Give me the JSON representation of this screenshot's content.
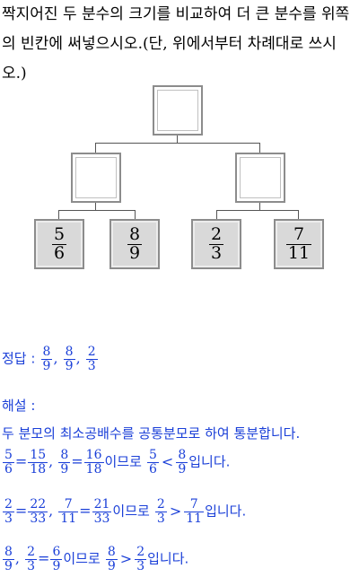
{
  "question": "짝지어진 두 분수의 크기를 비교하여 더 큰 분수를 위쪽의 빈칸에 써넣으시오.(단, 위에서부터 차례대로 쓰시오.)",
  "leaves": [
    {
      "n": "5",
      "d": "6"
    },
    {
      "n": "8",
      "d": "9"
    },
    {
      "n": "2",
      "d": "3"
    },
    {
      "n": "7",
      "d": "11"
    }
  ],
  "answer": {
    "label": "정답 :",
    "fracs": [
      {
        "n": "8",
        "d": "9"
      },
      {
        "n": "8",
        "d": "9"
      },
      {
        "n": "2",
        "d": "3"
      }
    ],
    "sep": ","
  },
  "explain": {
    "label": "해설 :",
    "line1": "두 분모의 최소공배수를 공통분모로 하여 통분합니다.",
    "lines": [
      {
        "a": {
          "n": "5",
          "d": "6"
        },
        "a2": {
          "n": "15",
          "d": "18"
        },
        "b": {
          "n": "8",
          "d": "9"
        },
        "b2": {
          "n": "16",
          "d": "18"
        },
        "mid": "이므로",
        "c": {
          "n": "5",
          "d": "6"
        },
        "op": "<",
        "e": {
          "n": "8",
          "d": "9"
        },
        "end": "입니다."
      },
      {
        "a": {
          "n": "2",
          "d": "3"
        },
        "a2": {
          "n": "22",
          "d": "33"
        },
        "b": {
          "n": "7",
          "d": "11"
        },
        "b2": {
          "n": "21",
          "d": "33"
        },
        "mid": "이므로",
        "c": {
          "n": "2",
          "d": "3"
        },
        "op": ">",
        "e": {
          "n": "7",
          "d": "11"
        },
        "end": "입니다."
      },
      {
        "a": {
          "n": "8",
          "d": "9"
        },
        "b": {
          "n": "2",
          "d": "3"
        },
        "b2": {
          "n": "6",
          "d": "9"
        },
        "mid": "이므로",
        "c": {
          "n": "8",
          "d": "9"
        },
        "op": ">",
        "e": {
          "n": "2",
          "d": "3"
        },
        "end": "입니다."
      }
    ],
    "eq": "=",
    "sep": ","
  }
}
